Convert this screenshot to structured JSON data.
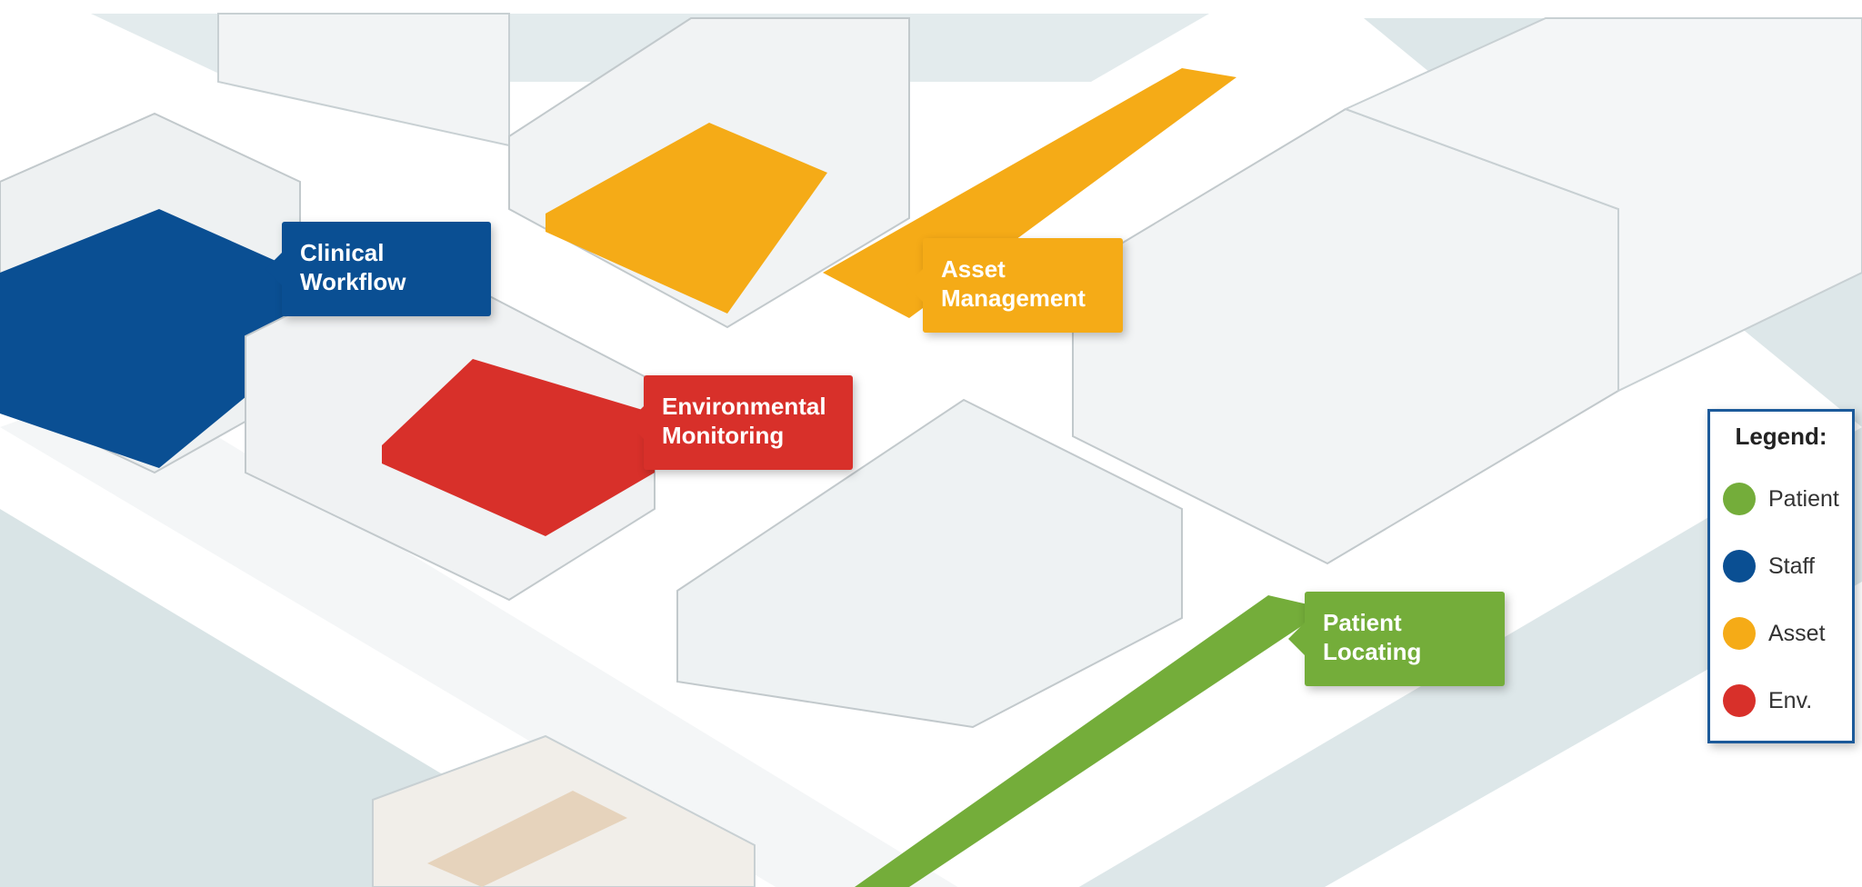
{
  "colors": {
    "patient": "#74ad3a",
    "staff": "#0a4f93",
    "asset": "#f5ab17",
    "env": "#d8302a",
    "floor": "#d9e4e6",
    "wall": "#ffffff",
    "wall_shade": "#e8ecee"
  },
  "callouts": {
    "clinical": {
      "line1": "Clinical",
      "line2": "Workflow"
    },
    "asset": {
      "line1": "Asset",
      "line2": "Management"
    },
    "environmental": {
      "line1": "Environmental",
      "line2": "Monitoring"
    },
    "patient": {
      "line1": "Patient",
      "line2": "Locating"
    }
  },
  "legend": {
    "title": "Legend:",
    "items": [
      {
        "label": "Patient",
        "color": "#74ad3a"
      },
      {
        "label": "Staff",
        "color": "#0a4f93"
      },
      {
        "label": "Asset",
        "color": "#f5ab17"
      },
      {
        "label": "Env.",
        "color": "#d8302a"
      }
    ]
  }
}
